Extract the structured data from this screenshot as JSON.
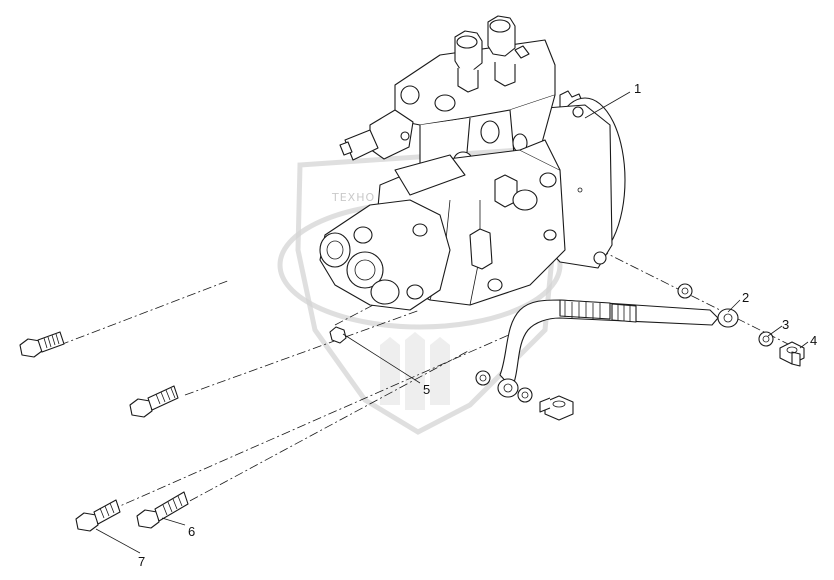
{
  "watermark": {
    "logo_text": "ТЕХНО  ЭВА"
  },
  "callouts": [
    {
      "id": "callout-1",
      "label": "1"
    },
    {
      "id": "callout-2",
      "label": "2"
    },
    {
      "id": "callout-3",
      "label": "3"
    },
    {
      "id": "callout-4",
      "label": "4"
    },
    {
      "id": "callout-5",
      "label": "5"
    },
    {
      "id": "callout-6",
      "label": "6"
    },
    {
      "id": "callout-7",
      "label": "7"
    }
  ],
  "colors": {
    "line": "#1a1a1a",
    "watermark": "#d4d4d4",
    "background": "#ffffff"
  }
}
